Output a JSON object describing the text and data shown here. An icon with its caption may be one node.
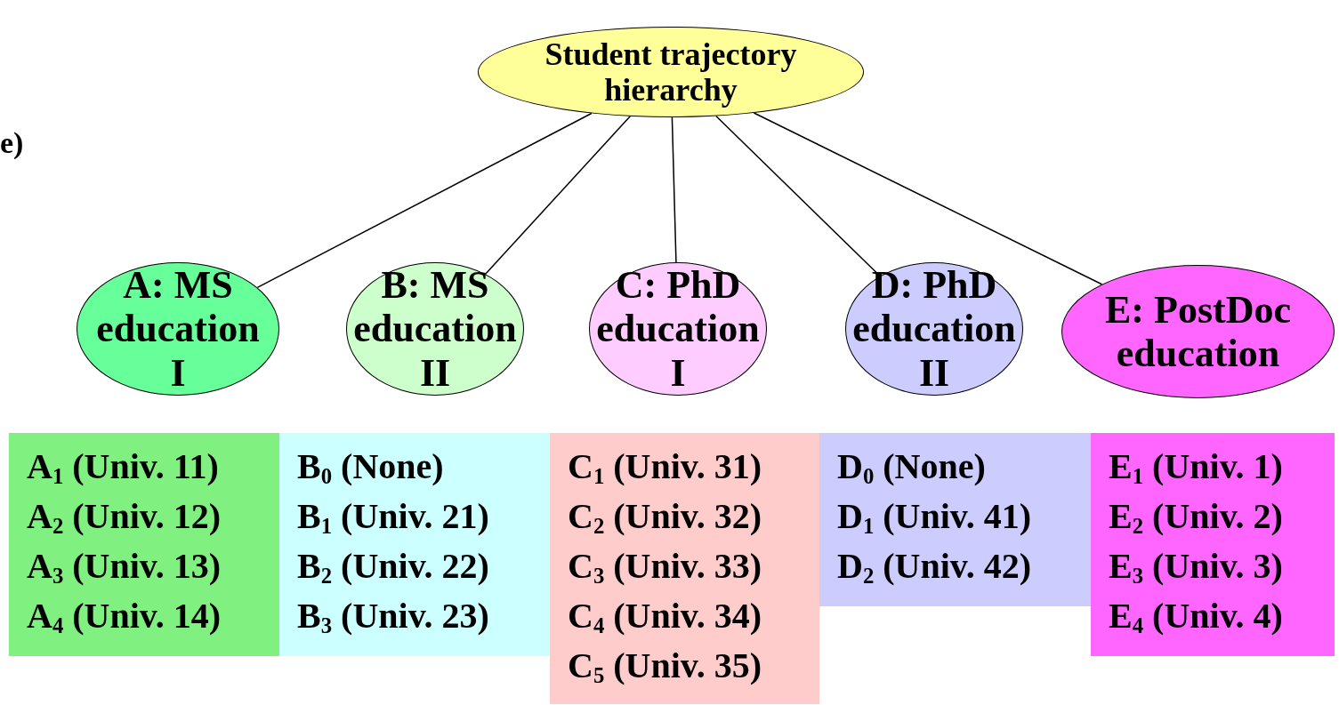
{
  "diagram": {
    "nodes": [
      {
        "text": [
          "Student trajectory hierarchy"
        ]
      },
      {
        "text": [
          "A: MS education I"
        ]
      },
      {
        "text": [
          "B: MS education II"
        ]
      },
      {
        "text": [
          "C: PhD education I"
        ]
      },
      {
        "text": [
          "D: PhD education II"
        ]
      },
      {
        "text": [
          "E: PostDoc education"
        ]
      },
      {
        "text": [
          "A$_{1}$ (Univ. 11)",
          "A$_{2}$ (Univ. 12)",
          "A$_{3}$ (Univ. 13)",
          "A$_{4}$ (Univ. 14)"
        ]
      },
      {
        "text": [
          "B$_{0}$ (None)",
          "B$_{1}$ (Univ. 21)",
          "B$_{2}$ (Univ. 22)",
          "B$_{3}$ (Univ. 23)"
        ]
      },
      {
        "text": [
          "C$_{1}$ (Univ. 31)",
          "C$_{2}$ (Univ. 32)",
          "C$_{3}$ (Univ. 33)",
          "C$_{4}$ (Univ. 34)",
          "C$_{5}$ (Univ. 35)"
        ]
      },
      {
        "text": [
          "D$_{0}$ (None)",
          "D$_{1}$ (Univ. 41)",
          "D$_{2}$ (Univ. 42)"
        ]
      },
      {
        "text": [
          "E$_{1}$ (Univ. 1)",
          "E$_{2}$ (Univ. 2)",
          "E$_{3}$ (Univ. 3)",
          "E$_{4}$ (Univ. 4)"
        ]
      }
    ],
    "edges": [
      {
        "from": 0,
        "to": 1,
        "arrow": "none"
      },
      {
        "from": 0,
        "to": 2,
        "arrow": "none"
      },
      {
        "from": 0,
        "to": 3,
        "arrow": "none"
      },
      {
        "from": 0,
        "to": 4,
        "arrow": "none"
      },
      {
        "from": 0,
        "to": 5,
        "arrow": "none"
      }
    ],
    "labels": [
      "e)"
    ]
  }
}
